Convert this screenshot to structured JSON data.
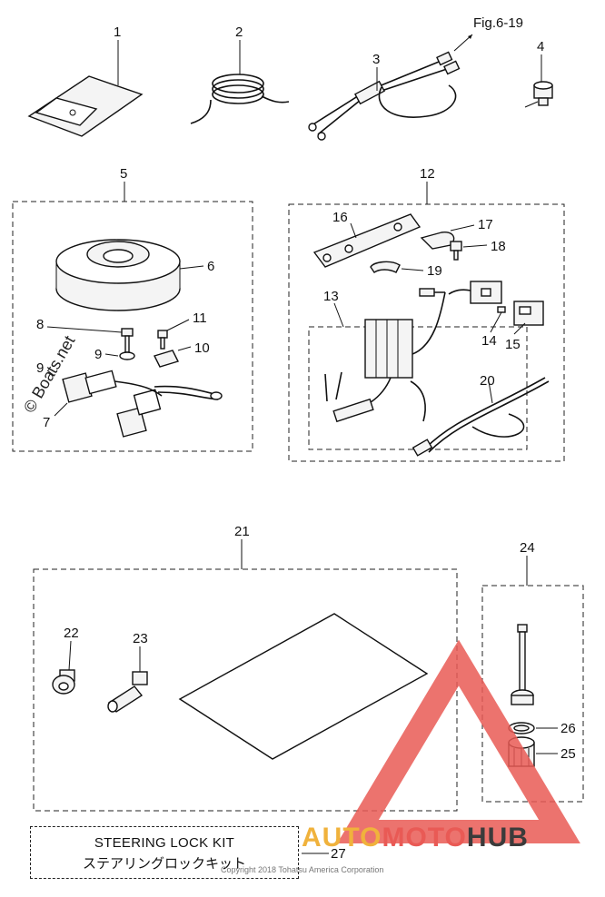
{
  "callouts": {
    "c1": "1",
    "c2": "2",
    "c3": "3",
    "c4": "4",
    "c5": "5",
    "c6": "6",
    "c7": "7",
    "c8": "8",
    "c9a": "9",
    "c9b": "9",
    "c10": "10",
    "c11": "11",
    "c12": "12",
    "c13": "13",
    "c14": "14",
    "c15": "15",
    "c16": "16",
    "c17": "17",
    "c18": "18",
    "c19": "19",
    "c20": "20",
    "c21": "21",
    "c22": "22",
    "c23": "23",
    "c24": "24",
    "c25": "25",
    "c26": "26",
    "c27": "27"
  },
  "reference": "Fig.6-19",
  "kit": {
    "title_en": "STEERING LOCK KIT",
    "title_jp": "ステアリングロックキット"
  },
  "copyright": "Copyright 2018 Tohatsu America Corporation",
  "watermarks": {
    "boats_net": "© Boats.net"
  },
  "logo": {
    "part_auto": "AUTO",
    "part_moto": "MOTO",
    "part_hub": "HUB"
  },
  "colors": {
    "logo_red": "#e95a55",
    "logo_orange": "#f0b23c",
    "logo_dark": "#3b3b3b"
  }
}
